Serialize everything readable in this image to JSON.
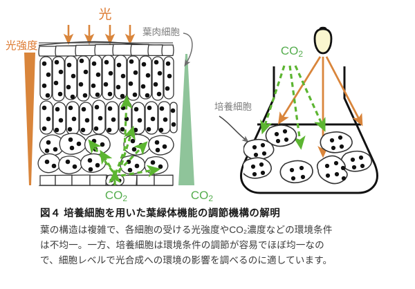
{
  "figure": {
    "labels": {
      "light": "光",
      "light_intensity": "光強度",
      "mesophyll_cell": "葉肉細胞",
      "co2_leaf_left": "CO2",
      "co2_leaf_right": "CO2",
      "co2_flask": "CO2",
      "cultured_cell": "培養細胞"
    },
    "caption": {
      "figure_number": "図4",
      "title": "図４ 培養細胞を用いた葉緑体機能の調節機構の解明",
      "body_lines": [
        "葉の構造は複雑で、各細胞の受ける光強度やCO₂濃度などの環境条件",
        "は不均一。一方、培養細胞は環境条件の調節が容易でほぼ均一なの",
        "で、細胞レベルで光合成への環境の影響を調べるのに適しています。"
      ]
    },
    "colors": {
      "orange": "#D9853B",
      "orange_text": "#DD7B33",
      "green_triangle": "#8FC49A",
      "green_arrow": "#5CB531",
      "green_text": "#55AD4E",
      "gray_label": "#7E7E7E",
      "outline": "#1a1a1a",
      "bulb_fill": "#FAF6CF"
    },
    "panels": {
      "left_panel_name": "leaf-cross-section",
      "right_panel_name": "flask-cell-culture"
    },
    "icons": {
      "light_arrow": "down-arrow-icon",
      "bulb": "light-bulb-icon",
      "flask": "erlenmeyer-flask-icon",
      "co2_arrow": "dashed-arrow-icon",
      "pointer": "curved-pointer-arrow-icon",
      "gradient_orange": "triangle-gradient-icon",
      "gradient_green": "triangle-gradient-icon"
    }
  }
}
